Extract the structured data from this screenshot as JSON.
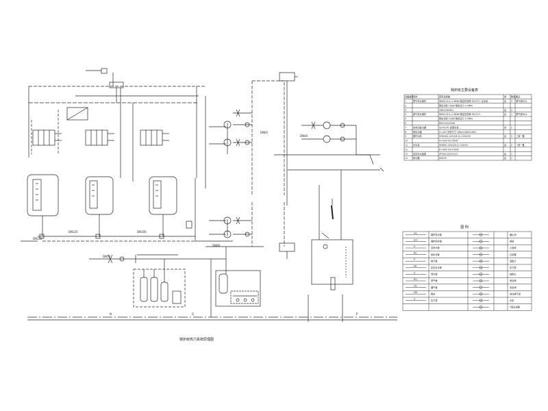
{
  "drawing": {
    "title": "锅炉房热力系统原理图",
    "labels": {
      "dn150": "DN150",
      "dn125": "DN125",
      "dn100": "DN100",
      "dn80": "DN80",
      "dn65": "DN65",
      "dn50": "DN50",
      "dn40": "DN40",
      "g": "G",
      "n": "N",
      "p": "P"
    }
  },
  "equipment_table": {
    "title": "锅炉房主要设备表",
    "headers": [
      "设备编号",
      "名称",
      "型号及规格",
      "单",
      "数量",
      "备注"
    ],
    "rows": [
      [
        "1",
        "燃气热水锅炉",
        "WNS2.8  Q=2.8MW  额定热效率 95/70℃  出水量 ...",
        "台",
        "3",
        "燃气低NOx"
      ],
      [
        "2",
        "",
        "额定功率 15kW  额定压力 0.7MPa",
        "",
        "",
        ""
      ],
      [
        "3",
        "",
        "CBD/2000XQ",
        "台",
        "2",
        ""
      ],
      [
        "4",
        "燃气热水锅炉",
        "WNS2.8  Q=2.8MW  额定热效率 95/70℃",
        "台",
        "1",
        "燃气低NOx"
      ],
      [
        "5",
        "",
        "额定功率 15kW  额定压力 0.7MPa",
        "",
        "",
        ""
      ],
      [
        "6",
        "",
        "BSGC(X)250/D",
        "",
        "",
        ""
      ],
      [
        "7",
        "全自动软水器",
        "QS-YD-P1  处理水量 ...",
        "台",
        "1",
        ""
      ],
      [
        "8",
        "软化水箱",
        "V=4m³  外形尺寸 1600x1600x1800",
        "",
        "",
        ""
      ],
      [
        "9",
        "循环水泵",
        "SFW100-125/2/8  Q=100m³/h",
        "台",
        "3",
        "二用一备"
      ],
      [
        "10",
        "",
        "H=32m  N=15kW",
        "",
        "",
        ""
      ],
      [
        "11",
        "补水泵",
        "SFW50-125/2/8  Q=10m³/h",
        "台",
        "2",
        "一用一备"
      ],
      [
        "12",
        "",
        "H=40m  N=5.5kW",
        "",
        "",
        ""
      ],
      [
        "13",
        "定压补水装置",
        "SFS40-25/2/3/1/1",
        "台",
        "1",
        ""
      ],
      [
        "14",
        "除污器",
        "DN250",
        "台",
        "1",
        ""
      ]
    ]
  },
  "legend": {
    "title": "图  例",
    "items": [
      {
        "code": "GS",
        "name": "锅炉供水管"
      },
      {
        "code": "GH",
        "name": "锅炉回水管"
      },
      {
        "code": "S",
        "name": "自来水管"
      },
      {
        "code": "RS",
        "name": "软化水管"
      },
      {
        "code": "P",
        "name": "排污管"
      },
      {
        "code": "PH",
        "name": "定压补水管"
      },
      {
        "code": "X",
        "name": "泄水管"
      },
      {
        "code": "RQ",
        "name": "燃气管"
      },
      {
        "code": "YQ",
        "name": "烟气管"
      },
      {
        "code": "DN",
        "name": "管径"
      },
      {
        "code": "Z",
        "name": "压力表"
      }
    ],
    "symbols": [
      {
        "name": "截止阀"
      },
      {
        "name": "闸阀"
      },
      {
        "name": "止回阀"
      },
      {
        "name": "过滤器"
      },
      {
        "name": "温度计"
      },
      {
        "name": "压力表"
      },
      {
        "name": "软接头"
      },
      {
        "name": "电动阀"
      },
      {
        "name": "安全阀"
      },
      {
        "name": "自动排气阀"
      },
      {
        "name": "水泵"
      },
      {
        "name": "Y型过滤器"
      }
    ]
  }
}
